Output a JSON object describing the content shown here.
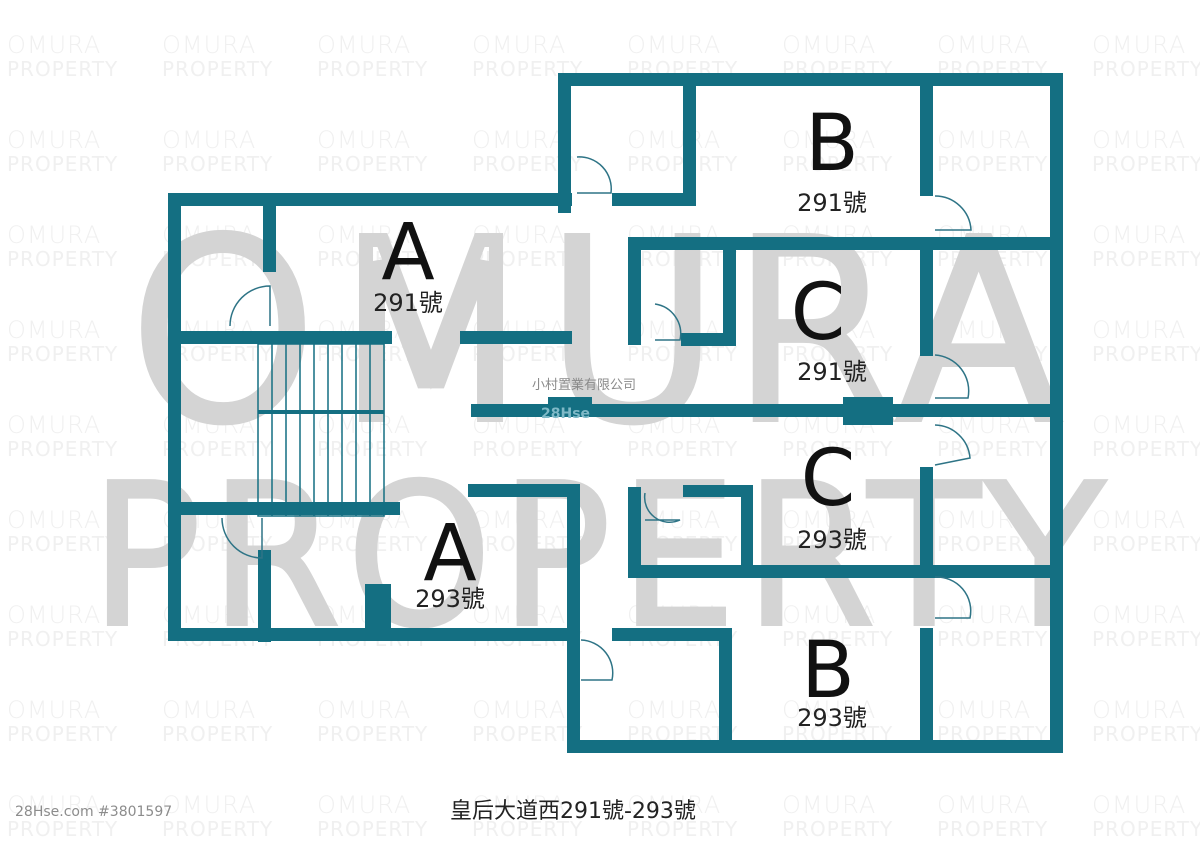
{
  "watermark": {
    "tile_line1": "OMURA",
    "tile_line2": "PROPERTY",
    "big_line1": "OMURA",
    "big_line2": "PROPERTY"
  },
  "colors": {
    "wall": "#146f82",
    "door_line": "#2e7486",
    "text": "#111111",
    "watermark_big": "#d4d4d4",
    "watermark_tile": "#f0f0f0"
  },
  "units": [
    {
      "id": "A-291",
      "letter": "A",
      "number": "291號"
    },
    {
      "id": "A-293",
      "letter": "A",
      "number": "293號"
    },
    {
      "id": "B-291",
      "letter": "B",
      "number": "291號"
    },
    {
      "id": "C-291",
      "letter": "C",
      "number": "291號"
    },
    {
      "id": "C-293",
      "letter": "C",
      "number": "293號"
    },
    {
      "id": "B-293",
      "letter": "B",
      "number": "293號"
    }
  ],
  "company_label": "小村置業有限公司",
  "stamp_text": "28Hse",
  "caption": "皇后大道西291號-293號",
  "listing_id": "28Hse.com #3801597"
}
